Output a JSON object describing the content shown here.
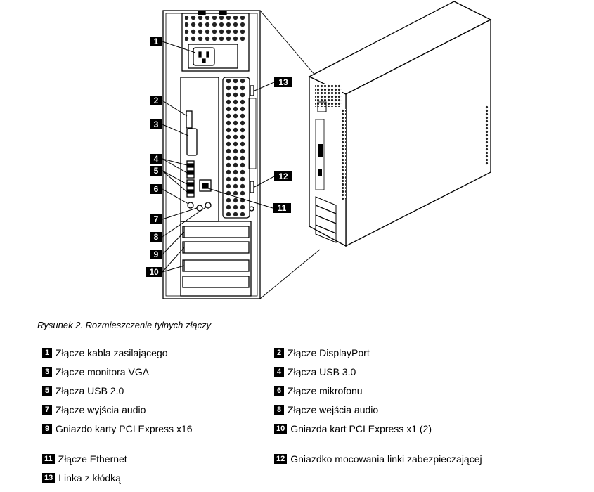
{
  "figure": {
    "callouts": [
      "1",
      "2",
      "3",
      "4",
      "5",
      "6",
      "7",
      "8",
      "9",
      "10",
      "11",
      "12",
      "13"
    ],
    "caption": "Rysunek 2.  Rozmieszczenie tylnych złączy"
  },
  "legend": {
    "items": [
      {
        "num": "1",
        "label": "Złącze kabla zasilającego"
      },
      {
        "num": "2",
        "label": "Złącze DisplayPort"
      },
      {
        "num": "3",
        "label": "Złącze monitora VGA"
      },
      {
        "num": "4",
        "label": "Złącza USB 3.0"
      },
      {
        "num": "5",
        "label": "Złącza USB 2.0"
      },
      {
        "num": "6",
        "label": "Złącze mikrofonu"
      },
      {
        "num": "7",
        "label": "Złącze wyjścia audio"
      },
      {
        "num": "8",
        "label": "Złącze wejścia audio"
      },
      {
        "num": "9",
        "label": "Gniazdo karty PCI Express x16"
      },
      {
        "num": "10",
        "label": "Gniazda kart PCI Express x1 (2)"
      },
      {
        "num": "11",
        "label": "Złącze Ethernet"
      },
      {
        "num": "12",
        "label": "Gniazdko mocowania linki zabezpieczającej"
      },
      {
        "num": "13",
        "label": "Linka z kłódką"
      }
    ]
  }
}
